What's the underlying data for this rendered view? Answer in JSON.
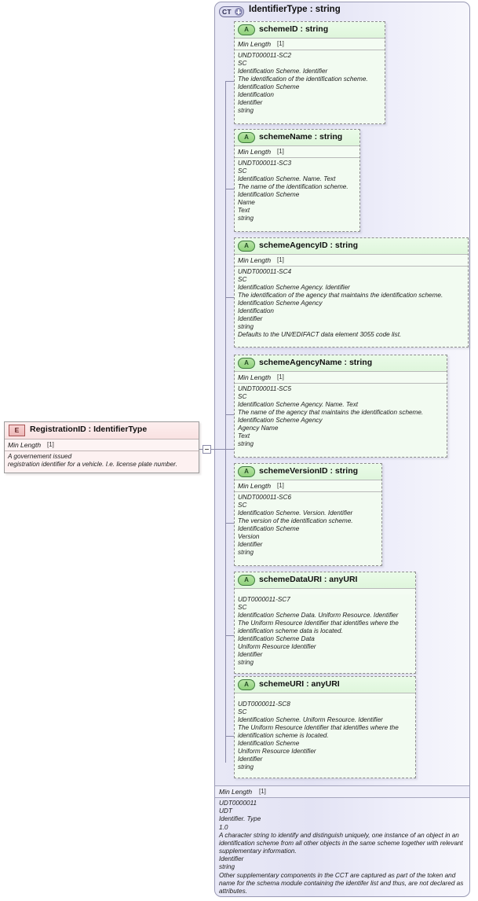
{
  "diagram": {
    "type": "xsd-schema-diagram",
    "complex_type": {
      "badge": "CT",
      "badge_icon": "complex-type-expand-icon",
      "title": "IdentifierType : string",
      "base_facet": {
        "label": "Min Length",
        "cardinality": "[1]"
      },
      "documentation": [
        "UDT0000011",
        "UDT",
        "Identifier. Type",
        "1.0",
        "A character string to identify and distinguish uniquely, one instance of an object in an identification scheme from all other objects in the same scheme together with relevant supplementary information.",
        "Identifier",
        "string",
        "Other supplementary components in the CCT are captured as part of the token and name for the schema module containing the identifer list and thus, are not declared as attributes."
      ]
    },
    "element": {
      "badge": "E",
      "title": "RegistrationID : IdentifierType",
      "facet": {
        "label": "Min Length",
        "cardinality": "[1]"
      },
      "documentation": [
        "A governement issued",
        "registration identifier for a vehicle. I.e. license plate number."
      ],
      "connector": "collapse-minus-toggle"
    },
    "attributes": [
      {
        "badge": "A",
        "title": "schemeID : string",
        "facet": {
          "label": "Min Length",
          "cardinality": "[1]"
        },
        "documentation": [
          "UNDT000011-SC2",
          "SC",
          "Identification Scheme. Identifier",
          "The identification of the identification scheme.",
          "Identification Scheme",
          "Identification",
          "Identifier",
          "string"
        ]
      },
      {
        "badge": "A",
        "title": "schemeName : string",
        "facet": {
          "label": "Min Length",
          "cardinality": "[1]"
        },
        "documentation": [
          "UNDT000011-SC3",
          "SC",
          "Identification Scheme. Name. Text",
          "The name of the identification scheme.",
          "Identification Scheme",
          "Name",
          "Text",
          "string"
        ]
      },
      {
        "badge": "A",
        "title": "schemeAgencyID : string",
        "facet": {
          "label": "Min Length",
          "cardinality": "[1]"
        },
        "documentation": [
          "UNDT000011-SC4",
          "SC",
          "Identification Scheme Agency. Identifier",
          "The identification of the agency that maintains the identification scheme.",
          "Identification Scheme Agency",
          "Identification",
          "Identifier",
          "string",
          "Defaults to the UN/EDIFACT data element 3055 code list."
        ]
      },
      {
        "badge": "A",
        "title": "schemeAgencyName : string",
        "facet": {
          "label": "Min Length",
          "cardinality": "[1]"
        },
        "documentation": [
          "UNDT000011-SC5",
          "SC",
          "Identification Scheme Agency. Name. Text",
          "The name of the agency that maintains the identification scheme.",
          "Identification Scheme Agency",
          "Agency Name",
          "Text",
          "string"
        ]
      },
      {
        "badge": "A",
        "title": "schemeVersionID : string",
        "facet": {
          "label": "Min Length",
          "cardinality": "[1]"
        },
        "documentation": [
          "UNDT000011-SC6",
          "SC",
          "Identification Scheme. Version. Identifier",
          "The version of the identification scheme.",
          "Identification Scheme",
          "Version",
          "Identifier",
          "string"
        ]
      },
      {
        "badge": "A",
        "title": "schemeDataURI : anyURI",
        "facet": null,
        "documentation": [
          "UDT0000011-SC7",
          "SC",
          "Identification Scheme Data. Uniform Resource. Identifier",
          "The Uniform Resource Identifier that identifies where the identification scheme data is located.",
          "Identification Scheme Data",
          "Uniform Resource Identifier",
          "Identifier",
          "string"
        ]
      },
      {
        "badge": "A",
        "title": "schemeURI : anyURI",
        "facet": null,
        "documentation": [
          "UDT0000011-SC8",
          "SC",
          "Identification Scheme. Uniform Resource. Identifier",
          "The Uniform Resource Identifier that identifies where the identification scheme is located.",
          "Identification Scheme",
          "Uniform Resource Identifier",
          "Identifier",
          "string"
        ]
      }
    ],
    "colors": {
      "attribute_fill": "#f2fbf1",
      "attribute_badge": "#8fd17a",
      "element_fill": "#fdf1f1",
      "element_badge": "#ecb6b6",
      "complex_type_fill": "#e8e8f6",
      "connector": "#8a8aa8"
    }
  }
}
